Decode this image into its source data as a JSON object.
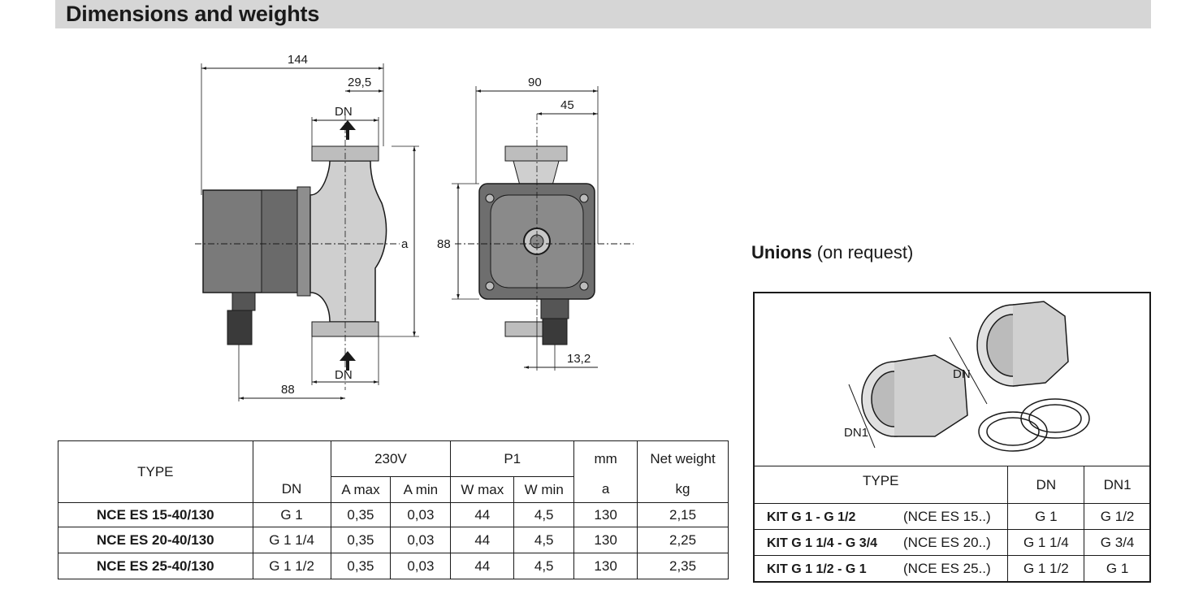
{
  "header": {
    "title": "Dimensions and weights"
  },
  "drawing": {
    "dim_144": "144",
    "dim_29_5": "29,5",
    "dim_dn_top": "DN",
    "dim_dn_bottom": "DN",
    "dim_a": "a",
    "dim_88_side": "88",
    "dim_88_bottom": "88",
    "dim_90": "90",
    "dim_45": "45",
    "dim_13_2": "13,2"
  },
  "spec_table": {
    "col_type": "TYPE",
    "col_230v": "230V",
    "col_p1": "P1",
    "col_mm": "mm",
    "col_net_weight": "Net weight",
    "sub_dn": "DN",
    "sub_amax": "A max",
    "sub_amin": "A min",
    "sub_wmax": "W max",
    "sub_wmin": "W min",
    "sub_a": "a",
    "sub_kg": "kg",
    "rows": [
      {
        "type": "NCE ES 15-40/130",
        "dn": "G 1",
        "amax": "0,35",
        "amin": "0,03",
        "wmax": "44",
        "wmin": "4,5",
        "a": "130",
        "kg": "2,15"
      },
      {
        "type": "NCE ES 20-40/130",
        "dn": "G 1 1/4",
        "amax": "0,35",
        "amin": "0,03",
        "wmax": "44",
        "wmin": "4,5",
        "a": "130",
        "kg": "2,25"
      },
      {
        "type": "NCE ES 25-40/130",
        "dn": "G 1 1/2",
        "amax": "0,35",
        "amin": "0,03",
        "wmax": "44",
        "wmin": "4,5",
        "a": "130",
        "kg": "2,35"
      }
    ]
  },
  "unions": {
    "title_bold": "Unions",
    "title_rest": "(on request)",
    "label_dn": "DN",
    "label_dn1": "DN1",
    "col_type": "TYPE",
    "col_dn": "DN",
    "col_dn1": "DN1",
    "rows": [
      {
        "kit": "KIT G 1 - G 1/2",
        "model": "(NCE ES 15..)",
        "dn": "G 1",
        "dn1": "G 1/2"
      },
      {
        "kit": "KIT G 1 1/4 - G 3/4",
        "model": "(NCE ES 20..)",
        "dn": "G 1 1/4",
        "dn1": "G 3/4"
      },
      {
        "kit": "KIT G 1 1/2 - G 1",
        "model": "(NCE ES 25..)",
        "dn": "G 1 1/2",
        "dn1": "G 1"
      }
    ]
  }
}
